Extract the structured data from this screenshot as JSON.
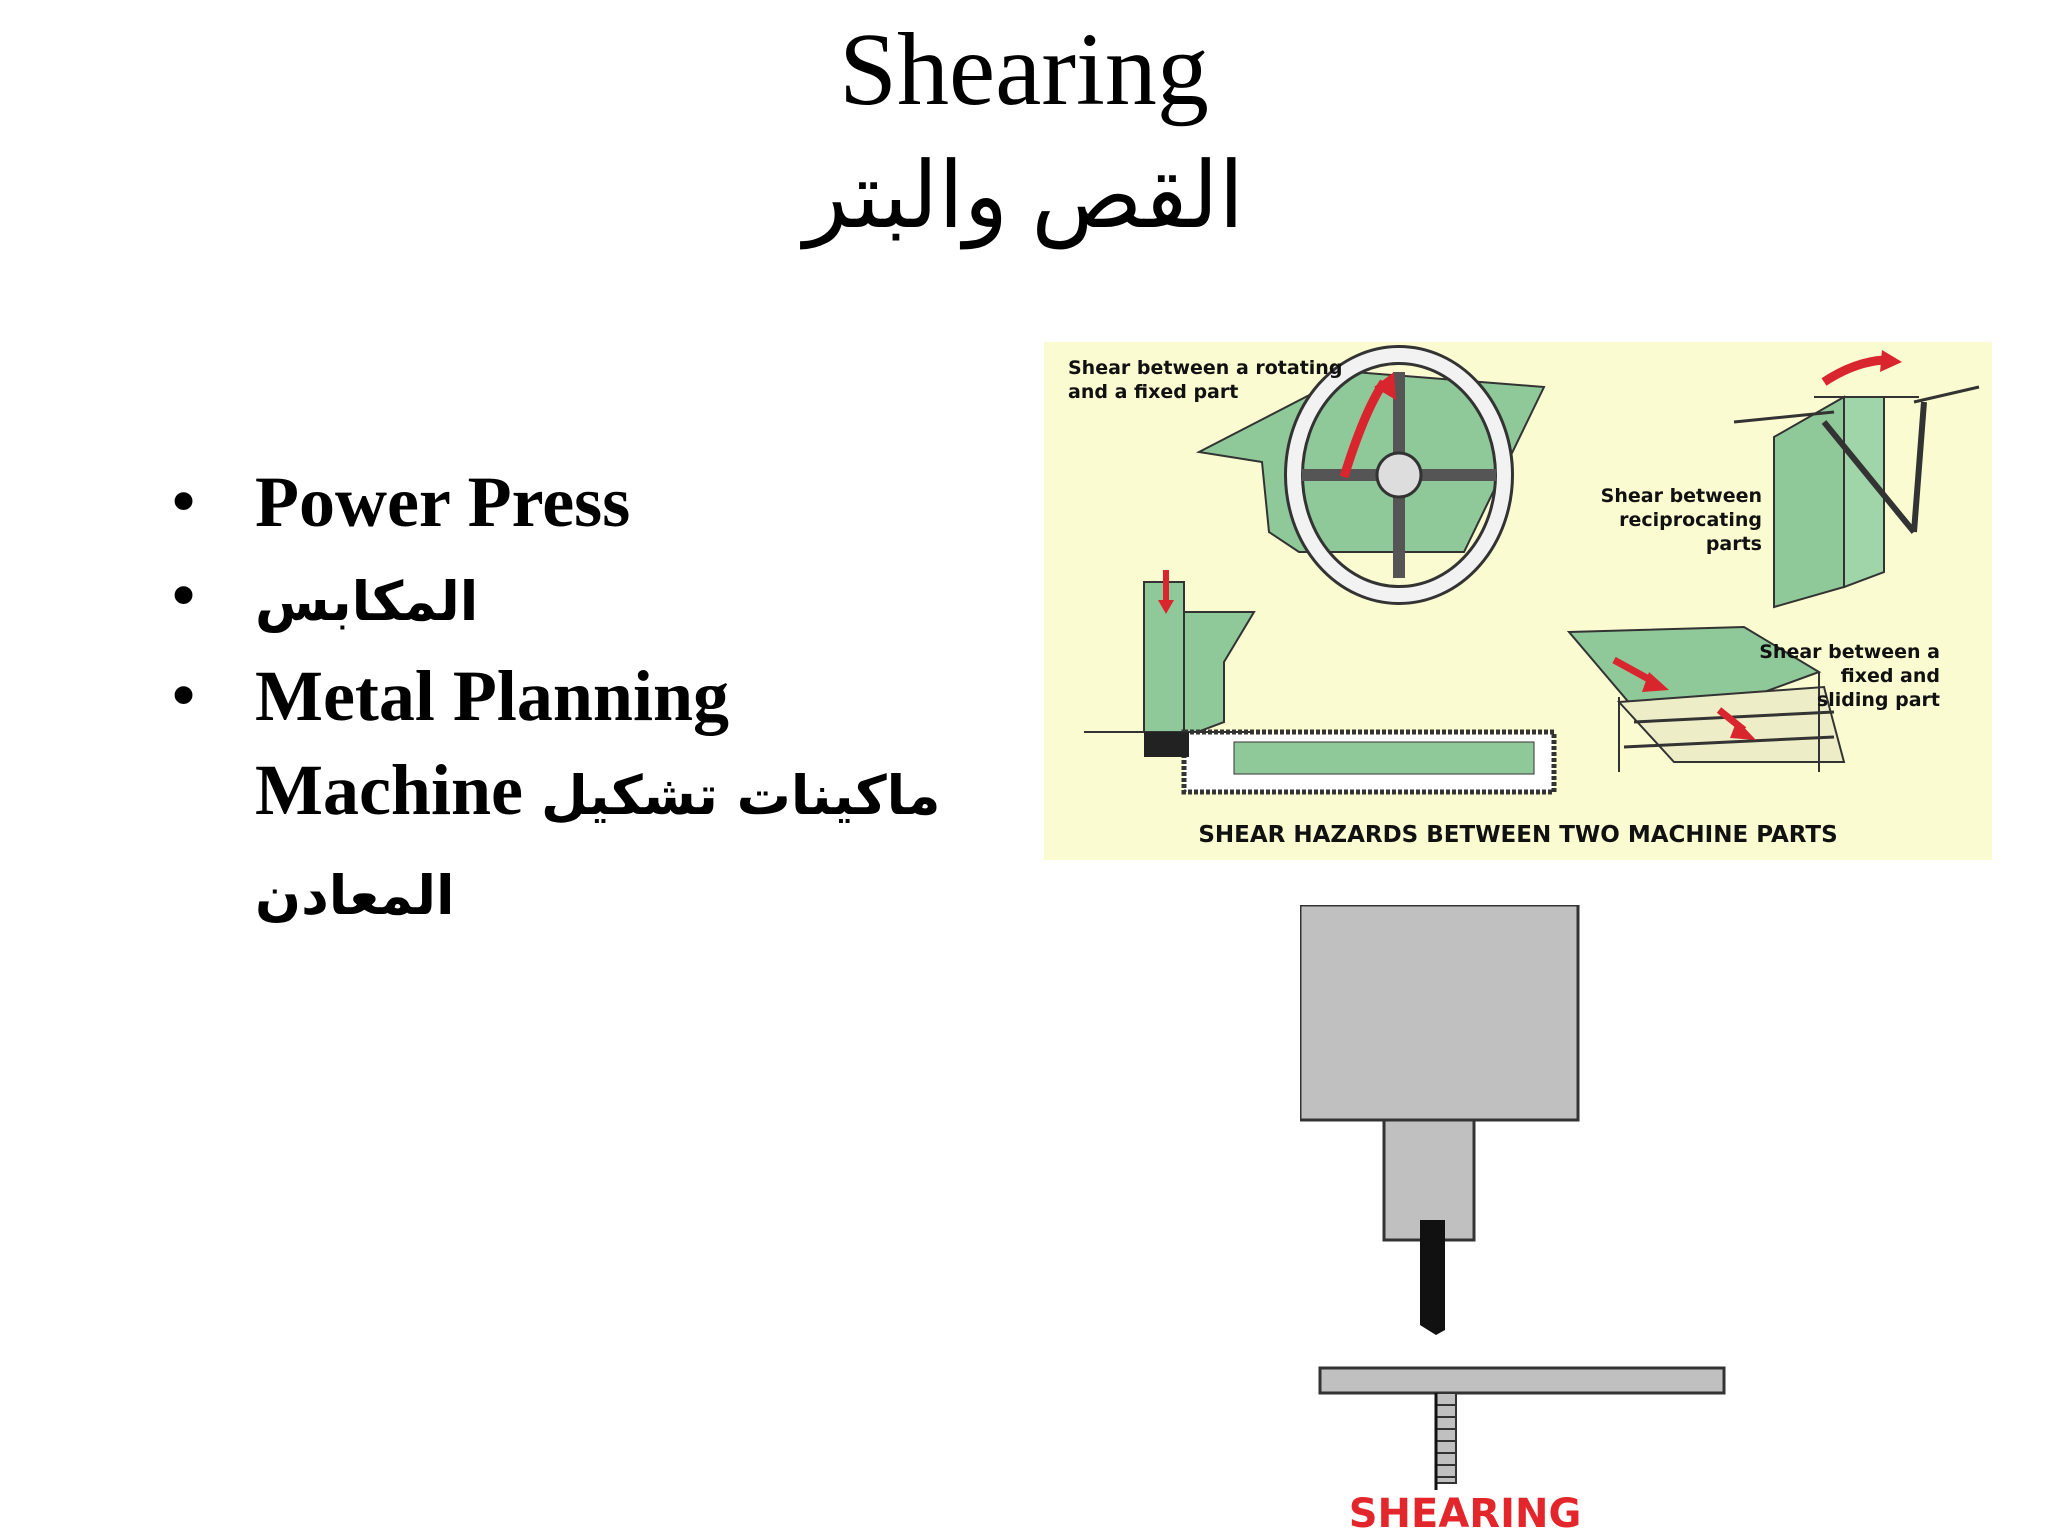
{
  "slide": {
    "title_en": "Shearing",
    "title_ar": "القص والبتر"
  },
  "bullets": [
    {
      "line1": "Power Press"
    },
    {
      "line1": "المكابس"
    },
    {
      "line1": "Metal Planning",
      "line2_en": "Machine",
      "line2_ar": "ماكينات تشكيل",
      "line3_ar": "المعادن"
    }
  ],
  "hazards_figure": {
    "label_rotating": [
      "Shear between a rotating",
      "and a fixed part"
    ],
    "label_reciprocating": [
      "Shear between",
      "reciprocating",
      "parts"
    ],
    "label_sliding": [
      "Shear between a",
      "fixed and",
      "sliding part"
    ],
    "caption": "SHEAR HAZARDS BETWEEN TWO MACHINE PARTS",
    "colors": {
      "background": "#fbfbd2",
      "machine_green": "#8fc99a",
      "arrow_red": "#d9262e"
    }
  },
  "shearing_figure": {
    "caption": "SHEARING",
    "colors": {
      "ram": "#c0c0c0",
      "caption": "#e3262b"
    }
  }
}
